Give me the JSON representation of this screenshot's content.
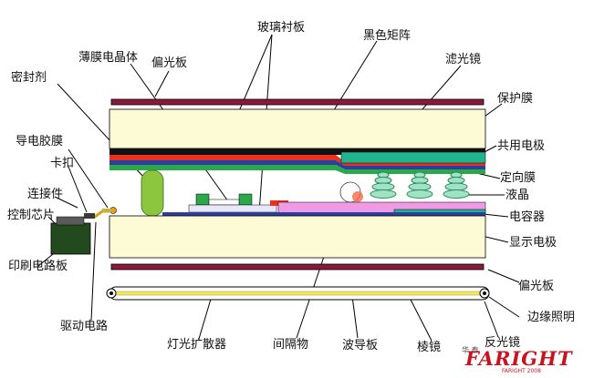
{
  "labels": {
    "glass_substrate": "玻璃衬板",
    "black_matrix": "黑色矩阵",
    "tft": "薄膜电晶体",
    "polarizer_top": "偏光板",
    "filter": "滤光镜",
    "sealant": "密封剂",
    "protective_film": "保护膜",
    "conductive_film": "导电胶膜",
    "common_electrode": "共用电极",
    "clip": "卡扣",
    "alignment_film": "定向膜",
    "connector": "连接件",
    "liquid_crystal": "液晶",
    "control_chip": "控制芯片",
    "capacitor": "电容器",
    "display_electrode": "显示电极",
    "pcb": "印刷电路板",
    "polarizer_bottom": "偏光板",
    "edge_lighting": "边缘照明",
    "driver_circuit": "驱动电路",
    "lamp_diffuser": "灯光扩散器",
    "spacer": "间隔物",
    "light_guide": "波导板",
    "prism": "棱镜",
    "reflector": "反光镜"
  },
  "logo": {
    "brand": "FARIGHT",
    "chinese": "华 泰",
    "tagline": "FARIGHT 2008"
  },
  "colors": {
    "glass": "#fcfbd6",
    "polarizer": "#8a1a3a",
    "black_matrix": "#111111",
    "red_layer": "#e8321e",
    "green_layer": "#2aa84a",
    "filter": "#1fb58e",
    "electrode_blue": "#2c3e9e",
    "pink_layer": "#f09ae6",
    "pcb": "#234a1e"
  }
}
